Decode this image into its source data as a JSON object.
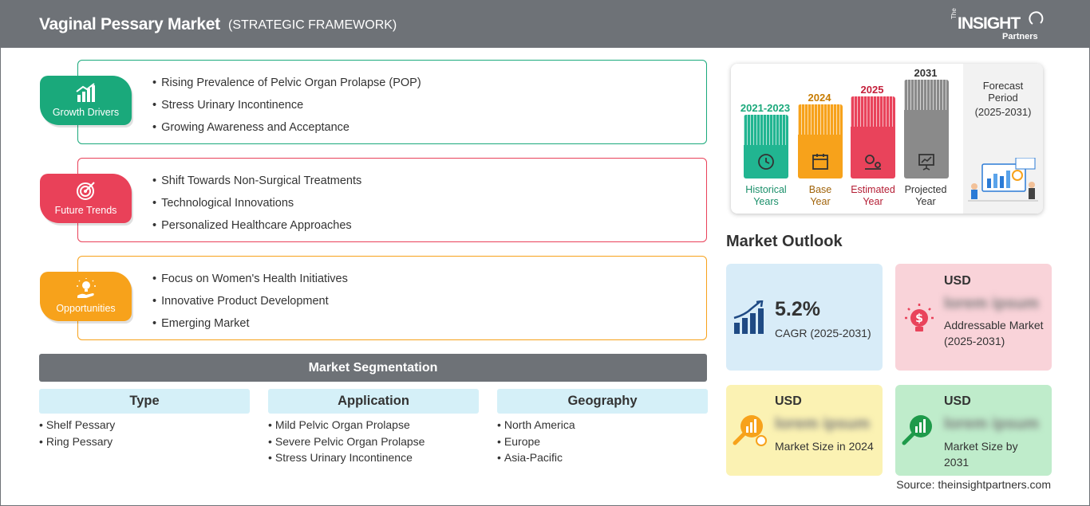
{
  "header": {
    "title": "Vaginal Pessary Market",
    "subtitle": "(STRATEGIC FRAMEWORK)",
    "logo_the": "The",
    "logo_main": "INSIGHT",
    "logo_sub": "Partners"
  },
  "colors": {
    "header_bg": "#6e7277",
    "growth": "#1aa97b",
    "trends": "#e94159",
    "opportunities": "#f7a21b",
    "teal": "#21b591",
    "orange": "#f7a21b",
    "red": "#e9435b",
    "gray": "#8a8a8a"
  },
  "framework": {
    "growth_drivers": {
      "label": "Growth Drivers",
      "icon": "bar-chart-up-icon",
      "items": [
        "Rising Prevalence of Pelvic Organ Prolapse (POP)",
        "Stress Urinary Incontinence",
        "Growing Awareness and Acceptance"
      ]
    },
    "future_trends": {
      "label": "Future Trends",
      "icon": "target-icon",
      "items": [
        "Shift Towards Non-Surgical Treatments",
        "Technological Innovations",
        "Personalized Healthcare Approaches"
      ]
    },
    "opportunities": {
      "label": "Opportunities",
      "icon": "lightbulb-hand-icon",
      "items": [
        "Focus on Women's Health Initiatives",
        "Innovative Product Development",
        "Emerging Market"
      ]
    }
  },
  "segmentation": {
    "title": "Market Segmentation",
    "type": {
      "heading": "Type",
      "items": [
        "Shelf Pessary",
        "Ring Pessary"
      ]
    },
    "application": {
      "heading": "Application",
      "items": [
        "Mild Pelvic Organ Prolapse",
        "Severe Pelvic Organ Prolapse",
        "Stress Urinary Incontinence"
      ]
    },
    "geography": {
      "heading": "Geography",
      "items": [
        "North America",
        "Europe",
        "Asia-Pacific"
      ]
    }
  },
  "timeline": {
    "historical": {
      "year": "2021-2023",
      "label_1": "Historical",
      "label_2": "Years",
      "icon": "history-clock-icon"
    },
    "base": {
      "year": "2024",
      "label_1": "Base",
      "label_2": "Year",
      "icon": "calendar-icon"
    },
    "estimated": {
      "year": "2025",
      "label_1": "Estimated",
      "label_2": "Year",
      "icon": "gears-chart-icon"
    },
    "projected": {
      "year": "2031",
      "label_1": "Projected",
      "label_2": "Year",
      "icon": "presentation-board-icon"
    },
    "forecast_label": "Forecast Period",
    "forecast_years": "(2025-2031)"
  },
  "outlook": {
    "title": "Market Outlook",
    "cagr": {
      "value": "5.2%",
      "label": "CAGR (2025-2031)",
      "icon": "growth-bars-icon"
    },
    "addressable": {
      "usd": "USD",
      "value": "lorem ipsum",
      "label": "Addressable Market (2025-2031)",
      "icon": "dollar-bulb-icon"
    },
    "size_2024": {
      "usd": "USD",
      "value": "lorem ipsum",
      "label": "Market Size in 2024",
      "icon": "magnifier-chart-icon"
    },
    "size_2031": {
      "usd": "USD",
      "value": "lorem ipsum",
      "label": "Market Size by 2031",
      "icon": "magnifier-growth-icon"
    }
  },
  "source": "Source: theinsightpartners.com"
}
